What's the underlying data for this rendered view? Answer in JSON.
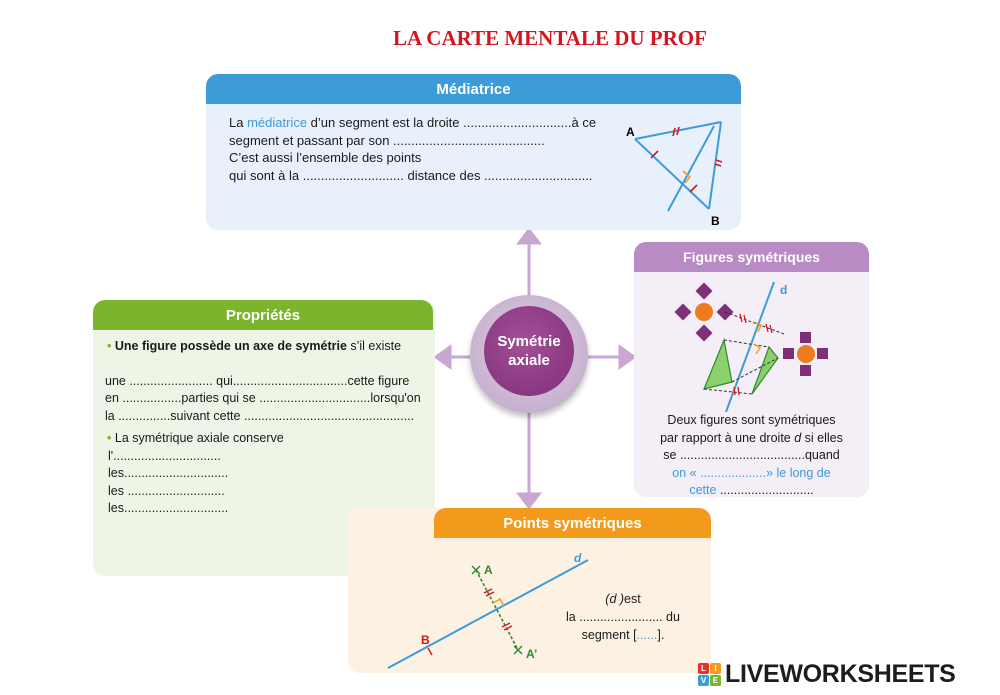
{
  "title": "LA CARTE MENTALE DU PROF",
  "center": {
    "line1": "Symétrie",
    "line2": "axiale"
  },
  "mediatrice": {
    "header": "Médiatrice",
    "line1_a": "La ",
    "line1_term": "médiatrice",
    "line1_b": " d’un segment est la droite ..............................à ce",
    "line2": "segment et passant par son ..........................................",
    "line3": "C’est aussi l’ensemble des points",
    "line4": "qui sont à la ............................ distance des ..............................",
    "label_a": "A",
    "label_b": "B"
  },
  "figures": {
    "header": "Figures symétriques",
    "label_d": "d",
    "line1": "Deux figures sont symétriques",
    "line2_a": "par rapport à une droite ",
    "line2_d": "d",
    "line2_b": " si elles",
    "line3": "se ....................................quand",
    "line4": "on « ...................» le long de",
    "line5_a": "cette ",
    "line5_b": "..........................."
  },
  "proprietes": {
    "header": "Propriétés",
    "bullet": "•",
    "p1_bold": "Une figure possède un axe de symétrie",
    "p1_rest": " s’il existe",
    "l1": "une ........................ qui.................................cette figure",
    "l2": "en .................parties qui se ................................lorsqu'on",
    "l3": "la ...............suivant cette .................................................",
    "p2": " La symétrique axiale conserve",
    "i1": "l'...............................",
    "i2": "les..............................",
    "i3": "les ............................",
    "i4": "les.............................."
  },
  "points": {
    "header": "Points symétriques",
    "label_d": "d",
    "label_a": "A",
    "label_a2": "A’",
    "label_b": "B",
    "t1_d": "(d )",
    "t1_rest": "est",
    "t2": "la ........................ du",
    "t3_a": "segment [",
    "t3_dots": "......",
    "t3_b": "]."
  },
  "footer": {
    "logo_text": "LIVEWORKSHEETS",
    "logo_letters": [
      "L",
      "I",
      "V",
      "E"
    ]
  },
  "colors": {
    "title_red": "#d3151d",
    "mediatrice": "#3d9bd8",
    "figures": "#b98bc4",
    "proprietes": "#7ab52b",
    "points": "#f39a1d",
    "center": "#7f2f78"
  }
}
